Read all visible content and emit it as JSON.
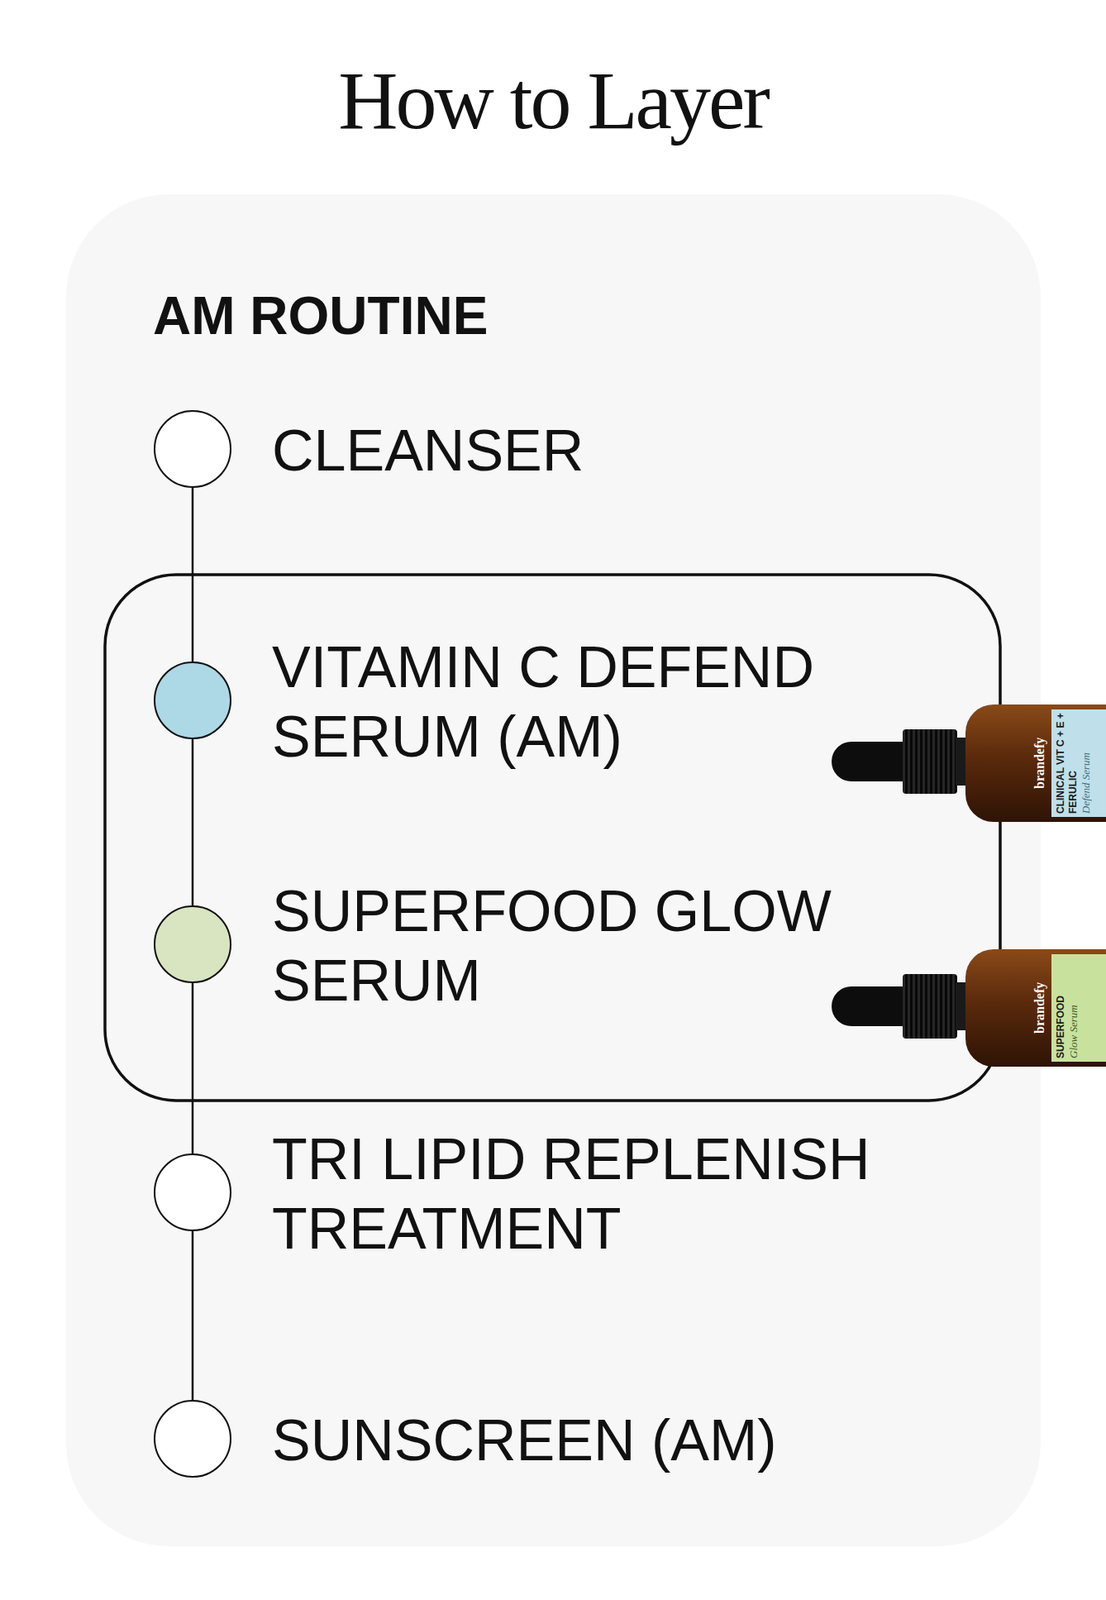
{
  "diagram": {
    "title": "How to Layer",
    "nodes": [
      {
        "text": [
          "AM ROUTINE"
        ]
      },
      {
        "text": [
          "CLEANSER"
        ],
        "in": 0
      },
      {
        "text": [
          "VITAMIN C DEFEND SERUM (AM)"
        ],
        "in": 0
      },
      {
        "text": [
          "SUPERFOOD GLOW SERUM"
        ],
        "in": 0
      },
      {
        "text": [
          "TRI LIPID REPLENISH TREATMENT"
        ],
        "in": 0
      },
      {
        "text": [
          "SUNSCREEN (AM)"
        ],
        "in": 0
      }
    ],
    "edges": [
      {
        "from": 1,
        "to": 2,
        "arrow": "none"
      },
      {
        "from": 2,
        "to": 3,
        "arrow": "none"
      },
      {
        "from": 3,
        "to": 4,
        "arrow": "none"
      },
      {
        "from": 4,
        "to": 5,
        "arrow": "none"
      }
    ],
    "labels": [
      "brandefy",
      "CLINICAL VIT C + E + FERULIC",
      "Defend Serum",
      "brandefy",
      "SUPERFOOD",
      "Glow Serum"
    ]
  }
}
